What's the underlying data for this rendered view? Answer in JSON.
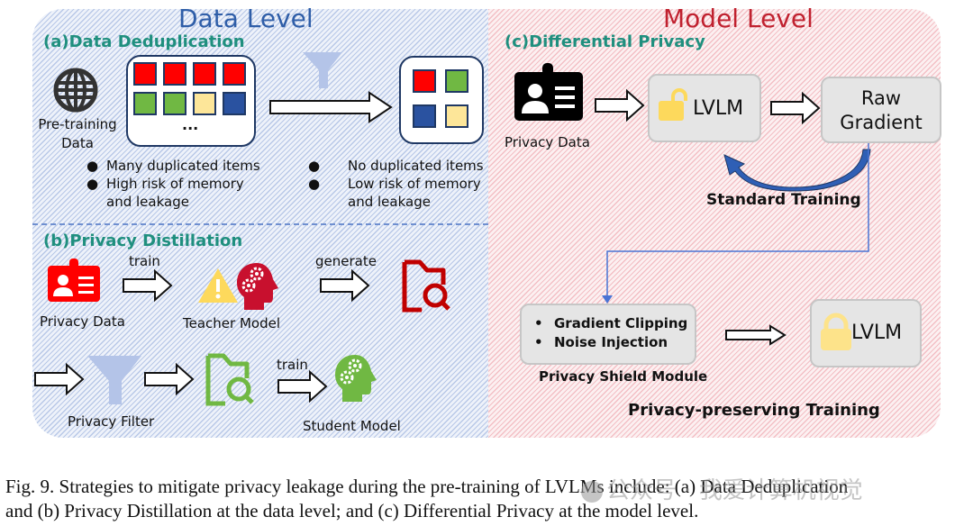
{
  "data_level": {
    "title": "Data Level",
    "title_color": "#2f5ea8",
    "dedup": {
      "section_title": "(a)Data Deduplication",
      "source_label_line1": "Pre-training",
      "source_label_line2": "Data",
      "ellipsis": "...",
      "before_items": [
        "red",
        "red",
        "red",
        "red",
        "green",
        "green",
        "yellow",
        "blue"
      ],
      "after_items": [
        "red",
        "green",
        "blue",
        "yellow"
      ],
      "before_bullets": [
        "Many duplicated items",
        "High risk of memory",
        "and leakage"
      ],
      "after_bullets": [
        "No duplicated items",
        "Low risk of memory",
        "and leakage"
      ]
    },
    "distill": {
      "section_title": "(b)Privacy Distillation",
      "privacy_data_label": "Privacy Data",
      "train_label_1": "train",
      "teacher_label": "Teacher Model",
      "generate_label": "generate",
      "filter_label": "Privacy Filter",
      "train_label_2": "train",
      "student_label": "Student Model"
    }
  },
  "model_level": {
    "title": "Model Level",
    "title_color": "#c0212f",
    "section_title": "(c)Differential Privacy",
    "privacy_data_label": "Privacy Data",
    "lvlm_unlocked_label": "LVLM",
    "raw_gradient_line1": "Raw",
    "raw_gradient_line2": "Gradient",
    "standard_training_label": "Standard Training",
    "shield_items": [
      "Gradient Clipping",
      "Noise Injection"
    ],
    "shield_label": "Privacy Shield Module",
    "lvlm_locked_label": "LVLM",
    "privacy_training_label": "Privacy-preserving Training"
  },
  "colors": {
    "red": "#ff0000",
    "green": "#70b843",
    "yellow": "#fde699",
    "blue": "#2a52a0",
    "dark_red": "#c8102e",
    "lock_yellow": "#fdd95c"
  },
  "caption": {
    "line1": "Fig. 9.  Strategies to mitigate privacy leakage during the pre-training of LVLMs include: (a) Data Deduplication",
    "line2": "and (b) Privacy Distillation at the data level; and (c) Differential Privacy at the model level."
  },
  "watermark": "公众号 · 我爱计算机视觉"
}
